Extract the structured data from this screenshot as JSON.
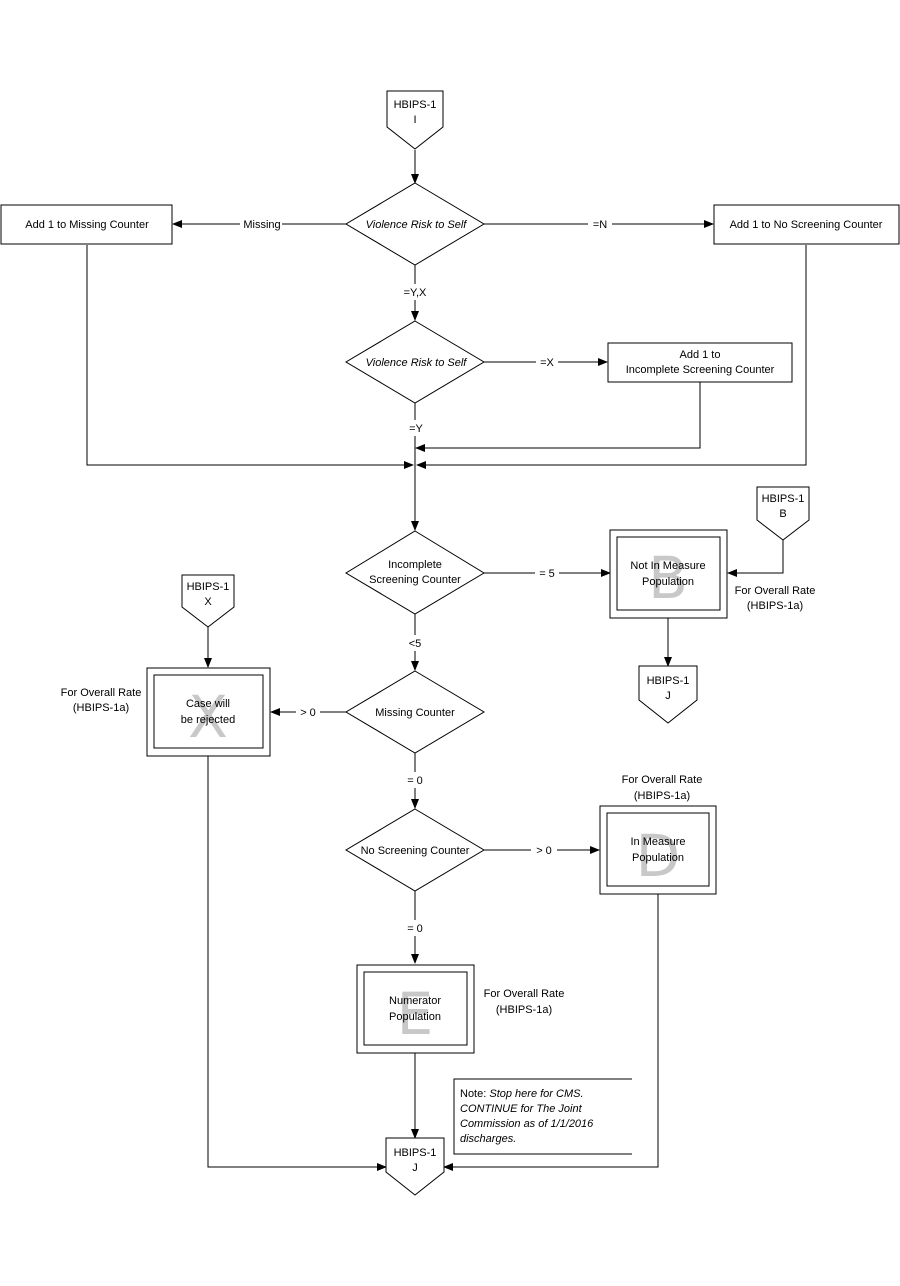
{
  "connectors": {
    "top": {
      "line1": "HBIPS-1",
      "line2": "I"
    },
    "b": {
      "line1": "HBIPS-1",
      "line2": "B"
    },
    "x": {
      "line1": "HBIPS-1",
      "line2": "X"
    },
    "j_right": {
      "line1": "HBIPS-1",
      "line2": "J"
    },
    "j_bottom": {
      "line1": "HBIPS-1",
      "line2": "J"
    }
  },
  "decisions": {
    "violence1": "Violence Risk to Self",
    "violence2": "Violence Risk to Self",
    "incomplete": {
      "line1": "Incomplete",
      "line2": "Screening Counter"
    },
    "missing": "Missing Counter",
    "no_screening": "No Screening Counter"
  },
  "processes": {
    "missing_counter": "Add 1 to Missing Counter",
    "no_screening_counter": "Add 1 to No Screening Counter",
    "incomplete_counter": {
      "line1": "Add 1 to",
      "line2": "Incomplete Screening Counter"
    }
  },
  "terminals": {
    "b": {
      "letter": "B",
      "line1": "Not In Measure",
      "line2": "Population"
    },
    "x": {
      "letter": "X",
      "line1": "Case will",
      "line2": "be rejected"
    },
    "d": {
      "letter": "D",
      "line1": "In Measure",
      "line2": "Population"
    },
    "e": {
      "letter": "E",
      "line1": "Numerator",
      "line2": "Population"
    }
  },
  "edge_labels": {
    "missing": "Missing",
    "eq_n": "=N",
    "eq_yx": "=Y,X",
    "eq_x": "=X",
    "eq_y": "=Y",
    "eq_5": "= 5",
    "lt_5": "<5",
    "gt_0_missing": "> 0",
    "eq_0_missing": "= 0",
    "gt_0_screen": "> 0",
    "eq_0_screen": "= 0"
  },
  "annotations": {
    "overall_b": {
      "line1": "For Overall Rate",
      "line2": "(HBIPS-1a)"
    },
    "overall_x": {
      "line1": "For Overall Rate",
      "line2": "(HBIPS-1a)"
    },
    "overall_d": {
      "line1": "For Overall Rate",
      "line2": "(HBIPS-1a)"
    },
    "overall_e": {
      "line1": "For Overall Rate",
      "line2": "(HBIPS-1a)"
    }
  },
  "note": {
    "prefix": "Note: ",
    "line1": "Stop here for CMS.",
    "line2": "CONTINUE for The Joint",
    "line3": "Commission as of 1/1/2016",
    "line4": "discharges."
  }
}
